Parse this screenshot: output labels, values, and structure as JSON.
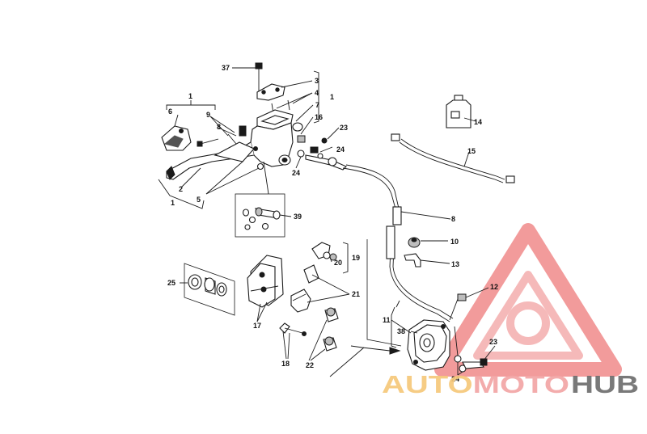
{
  "diagram": {
    "callouts": [
      {
        "id": "37",
        "text": "37"
      },
      {
        "id": "3",
        "text": "3"
      },
      {
        "id": "1a",
        "text": "1"
      },
      {
        "id": "1b",
        "text": "1"
      },
      {
        "id": "1c",
        "text": "1"
      },
      {
        "id": "4",
        "text": "4"
      },
      {
        "id": "6",
        "text": "6"
      },
      {
        "id": "9",
        "text": "9"
      },
      {
        "id": "8a",
        "text": "8"
      },
      {
        "id": "7",
        "text": "7"
      },
      {
        "id": "16",
        "text": "16"
      },
      {
        "id": "23a",
        "text": "23"
      },
      {
        "id": "24a",
        "text": "24"
      },
      {
        "id": "24b",
        "text": "24"
      },
      {
        "id": "14",
        "text": "14"
      },
      {
        "id": "15",
        "text": "15"
      },
      {
        "id": "2",
        "text": "2"
      },
      {
        "id": "5",
        "text": "5"
      },
      {
        "id": "39",
        "text": "39"
      },
      {
        "id": "8b",
        "text": "8"
      },
      {
        "id": "10",
        "text": "10"
      },
      {
        "id": "13",
        "text": "13"
      },
      {
        "id": "20",
        "text": "20"
      },
      {
        "id": "19",
        "text": "19"
      },
      {
        "id": "25",
        "text": "25"
      },
      {
        "id": "21",
        "text": "21"
      },
      {
        "id": "12",
        "text": "12"
      },
      {
        "id": "17",
        "text": "17"
      },
      {
        "id": "11",
        "text": "11"
      },
      {
        "id": "38",
        "text": "38"
      },
      {
        "id": "23b",
        "text": "23"
      },
      {
        "id": "18",
        "text": "18"
      },
      {
        "id": "22",
        "text": "22"
      },
      {
        "id": "24c",
        "text": "24"
      }
    ]
  },
  "watermark": {
    "brand_auto": "AUTOMOTO",
    "brand_hub": "HUB",
    "colors": {
      "triangle": "#f08a8a",
      "auto_text": "#f6c87a",
      "moto_text": "#f2a6a6",
      "hub_text": "#6e6e6e"
    }
  },
  "icons": [
    "brake-lever-icon",
    "master-cylinder-icon",
    "brake-fluid-bottle-icon",
    "brake-caliper-icon",
    "brake-hose-icon",
    "automotohub-logo-icon"
  ]
}
